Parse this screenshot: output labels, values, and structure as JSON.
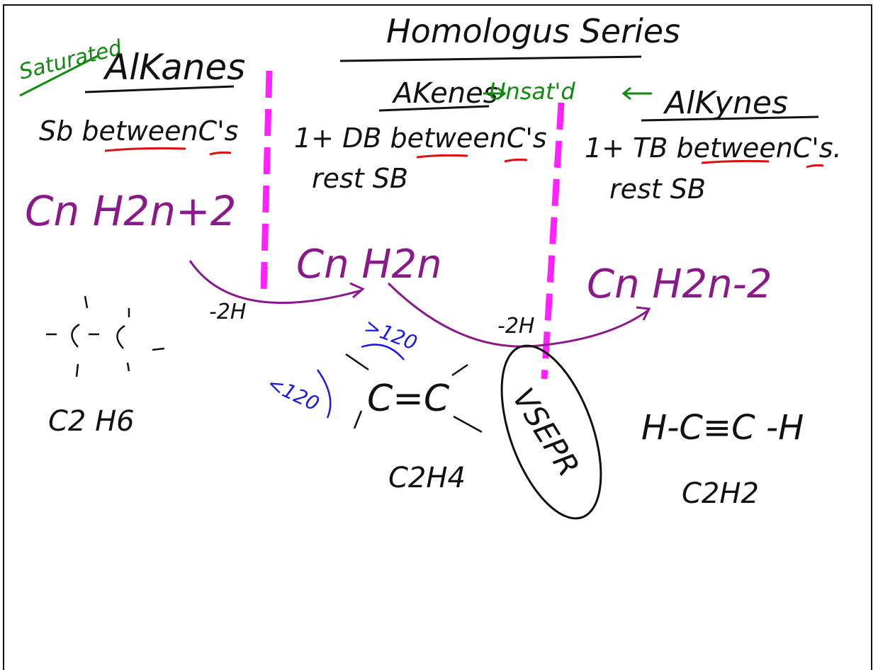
{
  "title": "Homologus Series",
  "alkanes": {
    "label": "Saturated",
    "name": "AlKanes",
    "bond_rule": "Sb betweenC's",
    "general_formula": "Cn H2n+2",
    "example_formula": "C2 H6"
  },
  "alkenes": {
    "name": "AKenes",
    "bond_rule": "1+ DB betweenC's",
    "bond_rule_rest": "rest SB",
    "general_formula": "Cn H2n",
    "example_formula": "C2H4",
    "angle_greater": ">120",
    "angle_less": "<120"
  },
  "unsaturated_label": "Unsat'd",
  "alkynes": {
    "name": "AlKynes",
    "bond_rule": "1+ TB betweenC's.",
    "bond_rule_rest": "rest SB",
    "general_formula": "Cn H2n-2",
    "example_formula": "C2H2",
    "structure": "H-C≡C -H"
  },
  "transition_label_1": "-2H",
  "transition_label_2": "-2H",
  "vsepr_label": "VSEPR",
  "colors": {
    "ink": "#111111",
    "green": "#108a10",
    "purple": "#8a1a8a",
    "blue": "#1a1ae6",
    "magenta": "#ff22ff",
    "red": "#dd1111"
  }
}
